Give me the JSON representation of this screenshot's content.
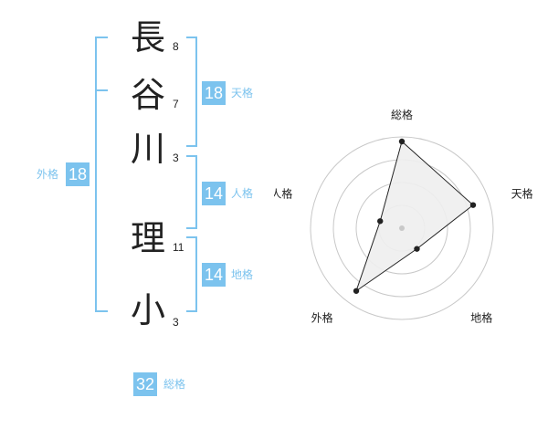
{
  "name_chars": [
    {
      "char": "長",
      "strokes": "8"
    },
    {
      "char": "谷",
      "strokes": "7"
    },
    {
      "char": "川",
      "strokes": "3"
    },
    {
      "char": "理",
      "strokes": "11"
    },
    {
      "char": "小",
      "strokes": "3"
    }
  ],
  "scores": {
    "tenkaku": {
      "value": "18",
      "label": "天格"
    },
    "jinkaku": {
      "value": "14",
      "label": "人格"
    },
    "chikaku": {
      "value": "14",
      "label": "地格"
    },
    "gaikaku": {
      "value": "18",
      "label": "外格"
    },
    "soukaku": {
      "value": "32",
      "label": "総格"
    }
  },
  "radar": {
    "axes": [
      "総格",
      "天格",
      "地格",
      "外格",
      "人格"
    ],
    "levels": [
      1,
      0.75,
      0.5,
      0.25
    ],
    "values": [
      0.95,
      0.82,
      0.28,
      0.85,
      0.25
    ]
  },
  "colors": {
    "accent": "#7cc3ee",
    "text": "#222222",
    "grid": "#c8c8c8",
    "radar_fill": "#eeeeee",
    "radar_line": "#222222",
    "center_dot": "#c8c8c8"
  }
}
